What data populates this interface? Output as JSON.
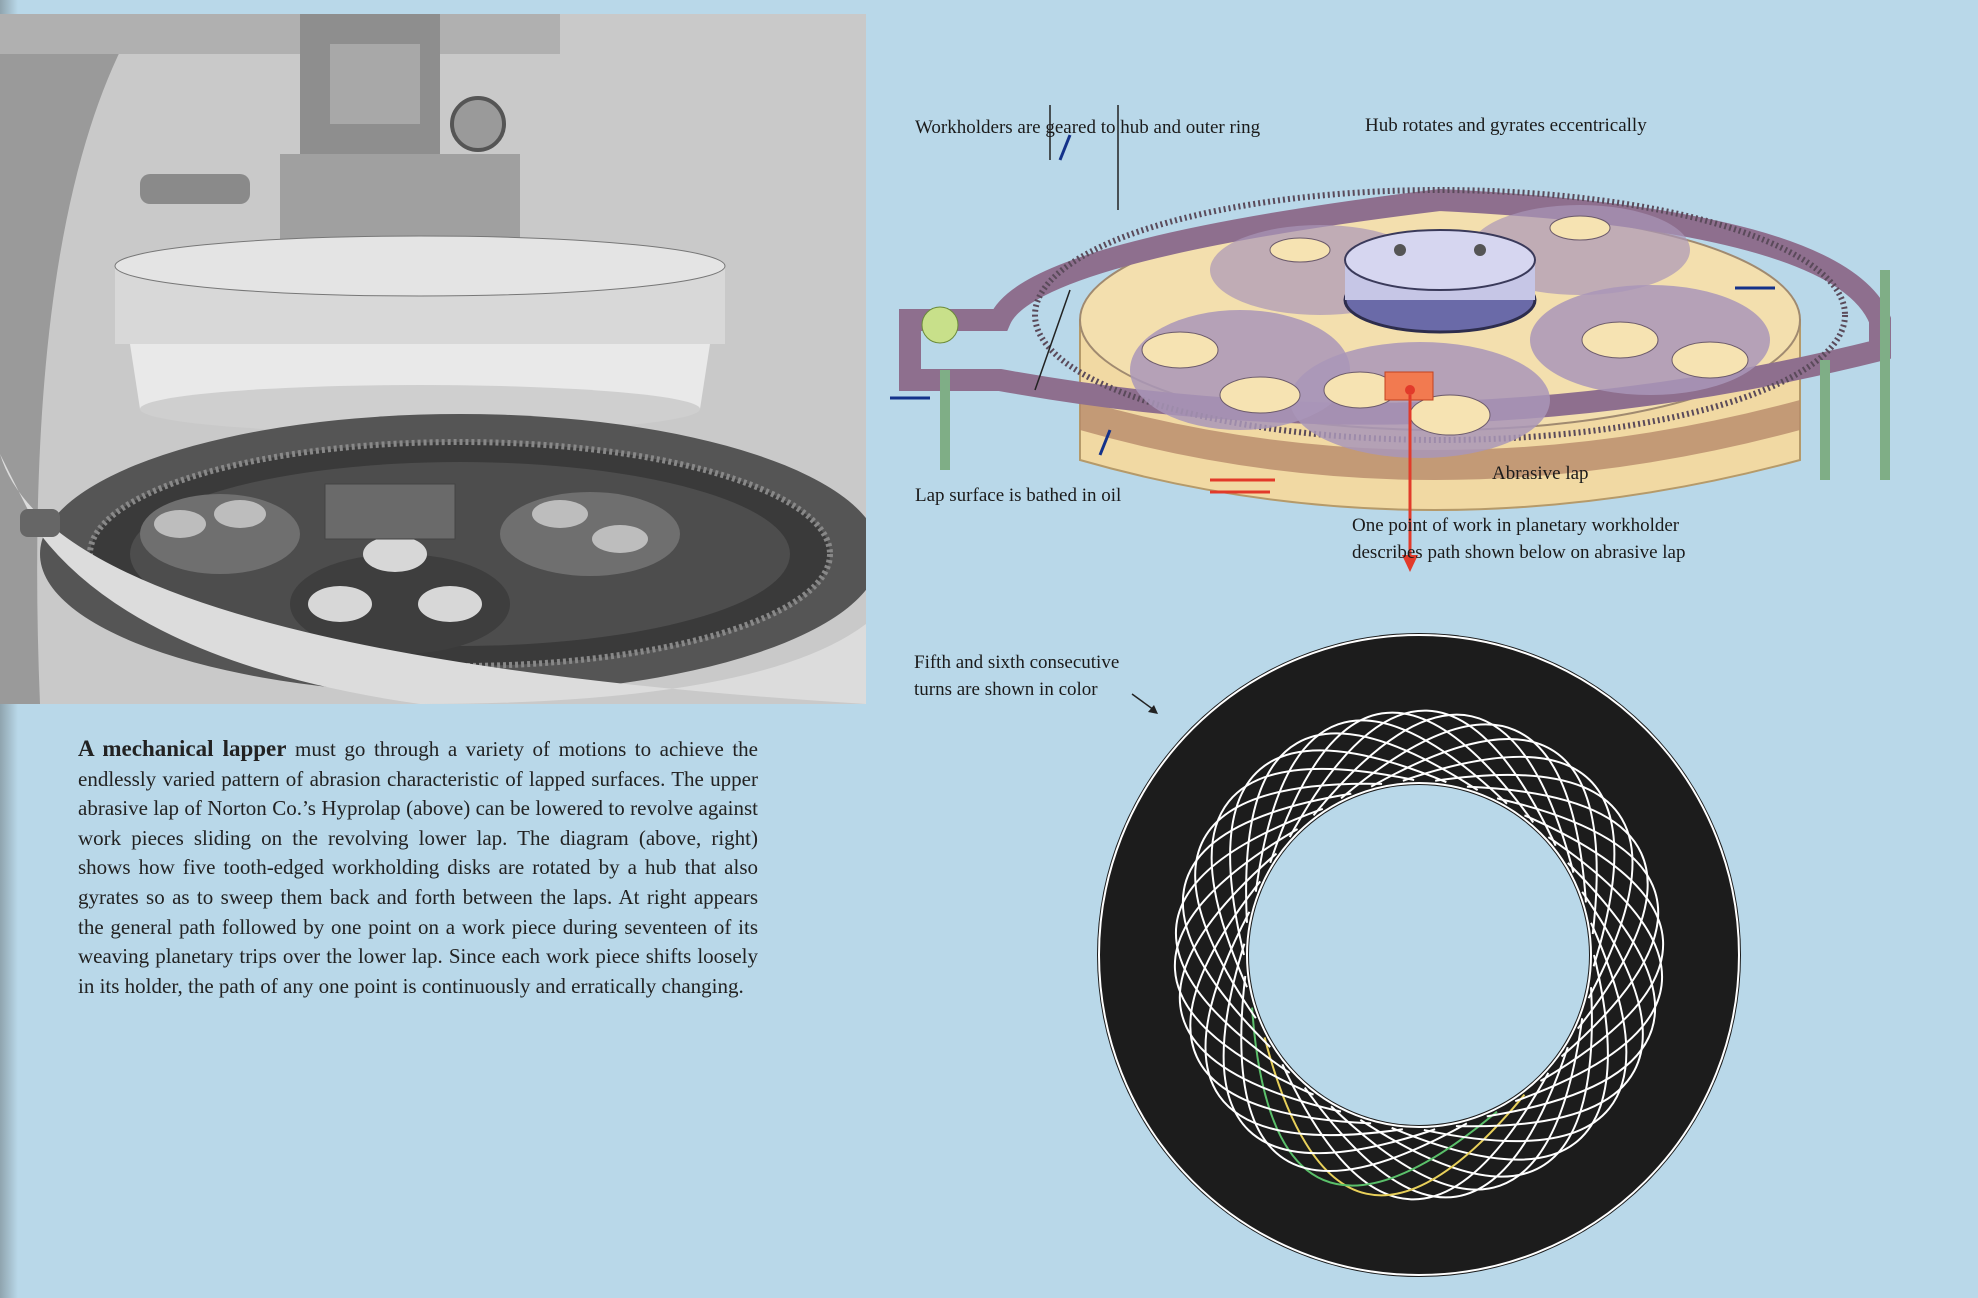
{
  "caption": {
    "lead": "A mechanical lapper",
    "body": " must go through a variety of motions to achieve the endlessly varied pattern of abrasion characteristic of lapped surfaces. The upper abrasive lap of Norton Co.’s Hyprolap (above) can be lowered to revolve against work pieces sliding on the revolving lower lap. The diagram (above, right) shows how five tooth-edged workholding disks are rotated by a hub that also gyrates so as to sweep them back and forth between the laps. At right appears the general path followed by one point on a work piece during seventeen of its weaving planetary trips over the lower lap. Since each work piece shifts loosely in its holder, the path of any one point is continuously and erratically changing."
  },
  "diagram_labels": {
    "workholders": "Workholders are geared to hub and outer ring",
    "hub": "Hub rotates and gyrates eccentrically",
    "lap_surface": "Lap surface is bathed in oil",
    "abrasive_lap": "Abrasive lap",
    "one_point_line1": "One point of work in planetary workholder",
    "one_point_line2": "describes path shown below on abrasive lap",
    "fifth_line1": "Fifth and sixth consecutive",
    "fifth_line2": "turns are shown in color"
  },
  "colors": {
    "page_background": "#b9d8e9",
    "abrasive_lap": "#f1d9a3",
    "outer_ring": "#8e6f8e",
    "workholders": "#a996b8",
    "work_point": "#e23a2a",
    "pattern_disk": "#1c1c1c",
    "pattern_lines": "#ffffff"
  }
}
